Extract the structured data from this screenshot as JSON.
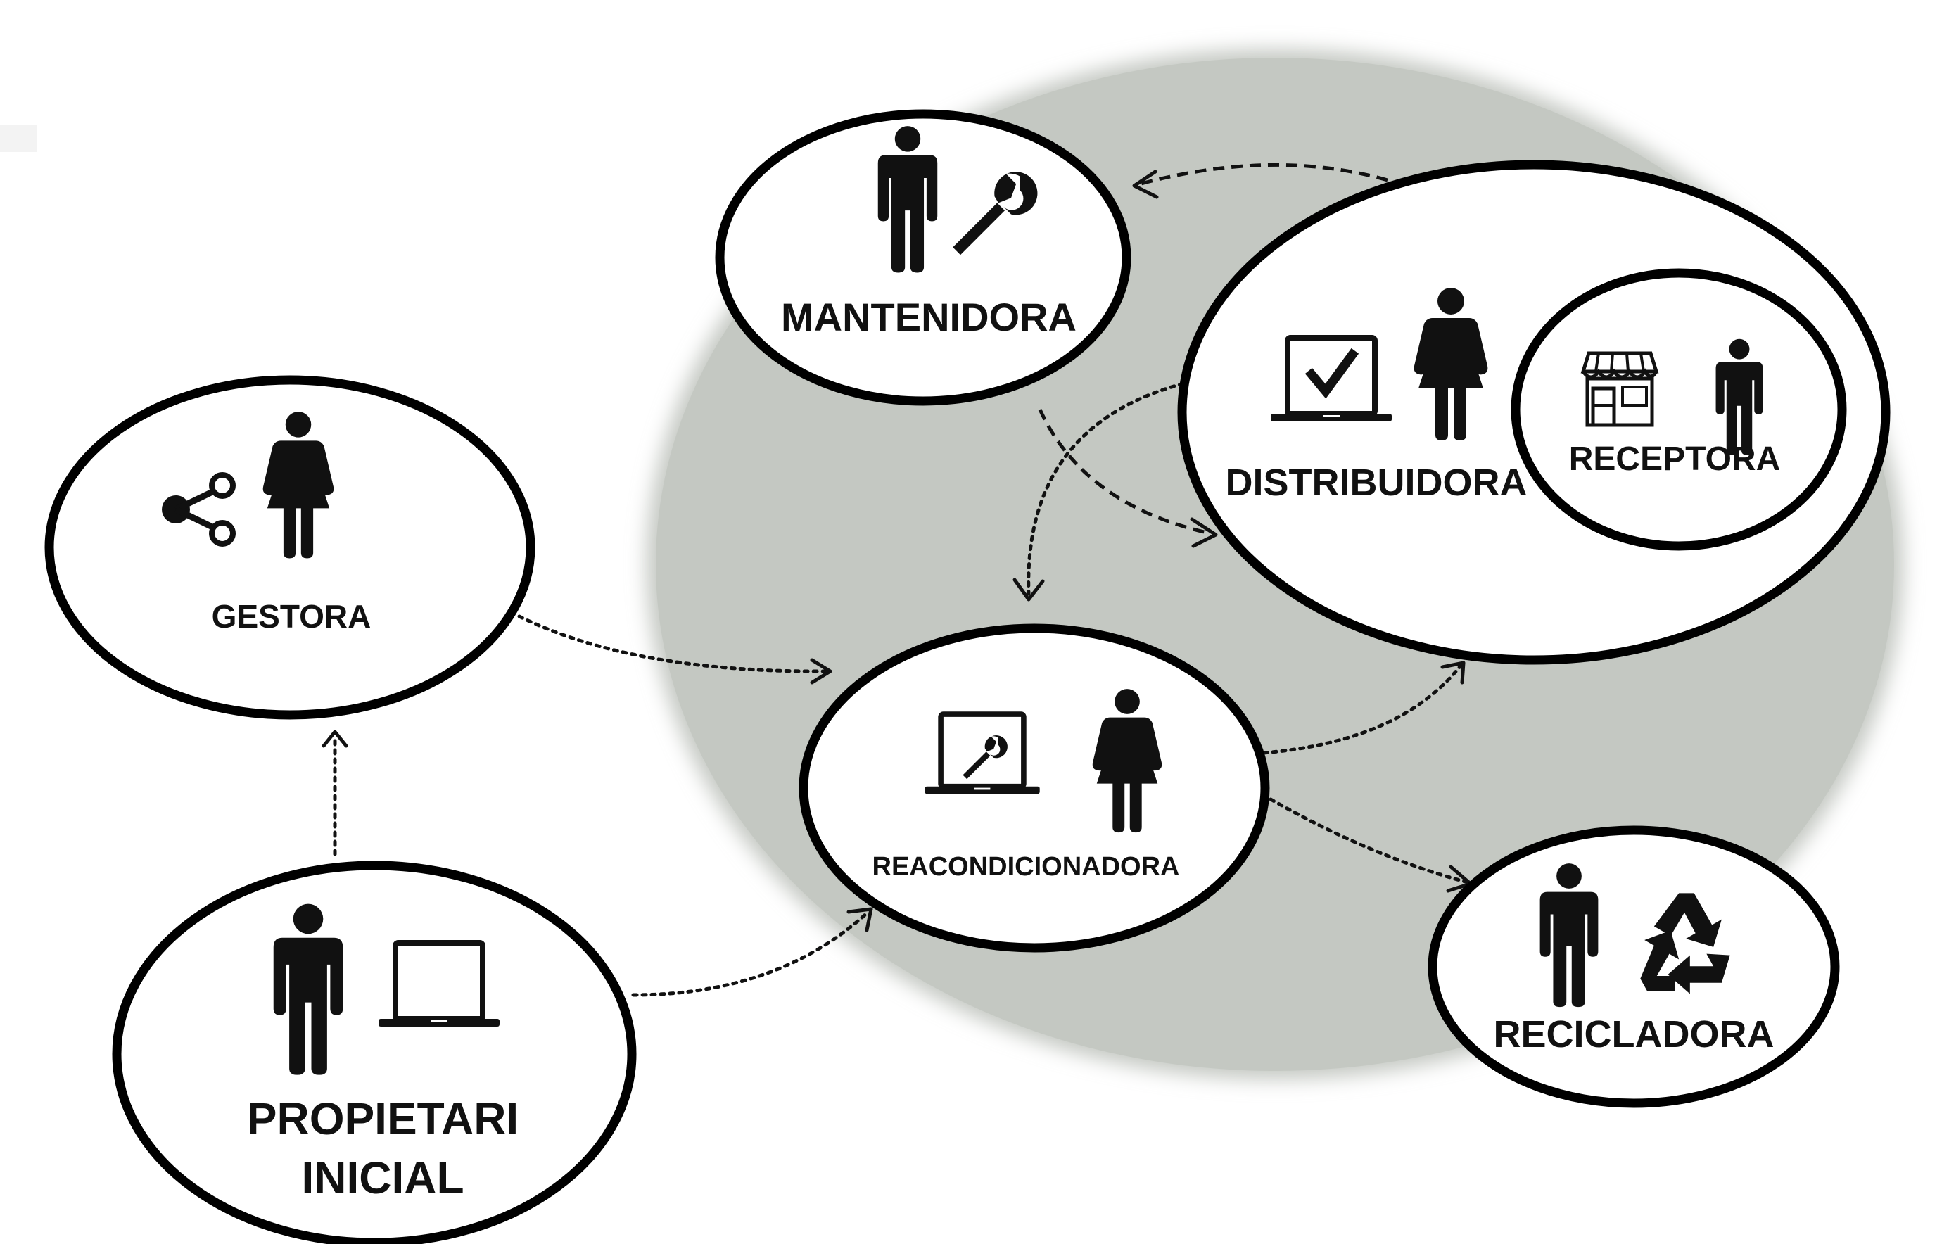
{
  "colors": {
    "background": "#ffffff",
    "ecosystem_blob": "#c4c8c2",
    "node_fill": "#ffffff",
    "ink": "#111111"
  },
  "nodes": {
    "mantenidora": {
      "label": "MANTENIDORA",
      "icons": [
        "man-icon",
        "wrench-icon"
      ]
    },
    "distribuidora": {
      "label": "DISTRIBUIDORA",
      "icons": [
        "laptop-check-icon",
        "woman-icon"
      ]
    },
    "receptora": {
      "label": "RECEPTORA",
      "icons": [
        "store-icon",
        "man-icon"
      ]
    },
    "gestora": {
      "label": "GESTORA",
      "icons": [
        "share-icon",
        "woman-icon"
      ]
    },
    "reacondicionadora": {
      "label": "REACONDICIONADORA",
      "icons": [
        "laptop-wrench-icon",
        "woman-icon"
      ]
    },
    "recicladora": {
      "label": "RECICLADORA",
      "icons": [
        "man-icon",
        "recycle-icon"
      ]
    },
    "propietari": {
      "label_line1": "PROPIETARI",
      "label_line2": "INICIAL",
      "icons": [
        "man-icon",
        "laptop-icon"
      ]
    }
  },
  "connections": [
    {
      "from": "distribuidora",
      "to": "mantenidora",
      "style": "dashed"
    },
    {
      "from": "mantenidora",
      "to": "distribuidora",
      "style": "dashed"
    },
    {
      "from": "distribuidora",
      "to": "reacondicionadora",
      "style": "dotted"
    },
    {
      "from": "gestora",
      "to": "reacondicionadora",
      "style": "dotted"
    },
    {
      "from": "propietari",
      "to": "gestora",
      "style": "dotted"
    },
    {
      "from": "propietari",
      "to": "reacondicionadora",
      "style": "dotted"
    },
    {
      "from": "reacondicionadora",
      "to": "distribuidora",
      "style": "dotted"
    },
    {
      "from": "reacondicionadora",
      "to": "recicladora",
      "style": "dotted"
    }
  ]
}
